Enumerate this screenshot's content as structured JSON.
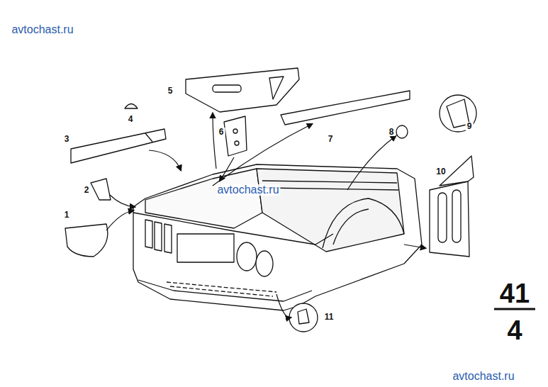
{
  "diagram": {
    "labels": [
      "avtochast.ru",
      "5",
      "4",
      "9",
      "6",
      "8",
      "7",
      "3",
      "10",
      "2",
      "avtochast.ru",
      "1",
      "41",
      "11",
      "4",
      "avtochast.ru"
    ]
  }
}
